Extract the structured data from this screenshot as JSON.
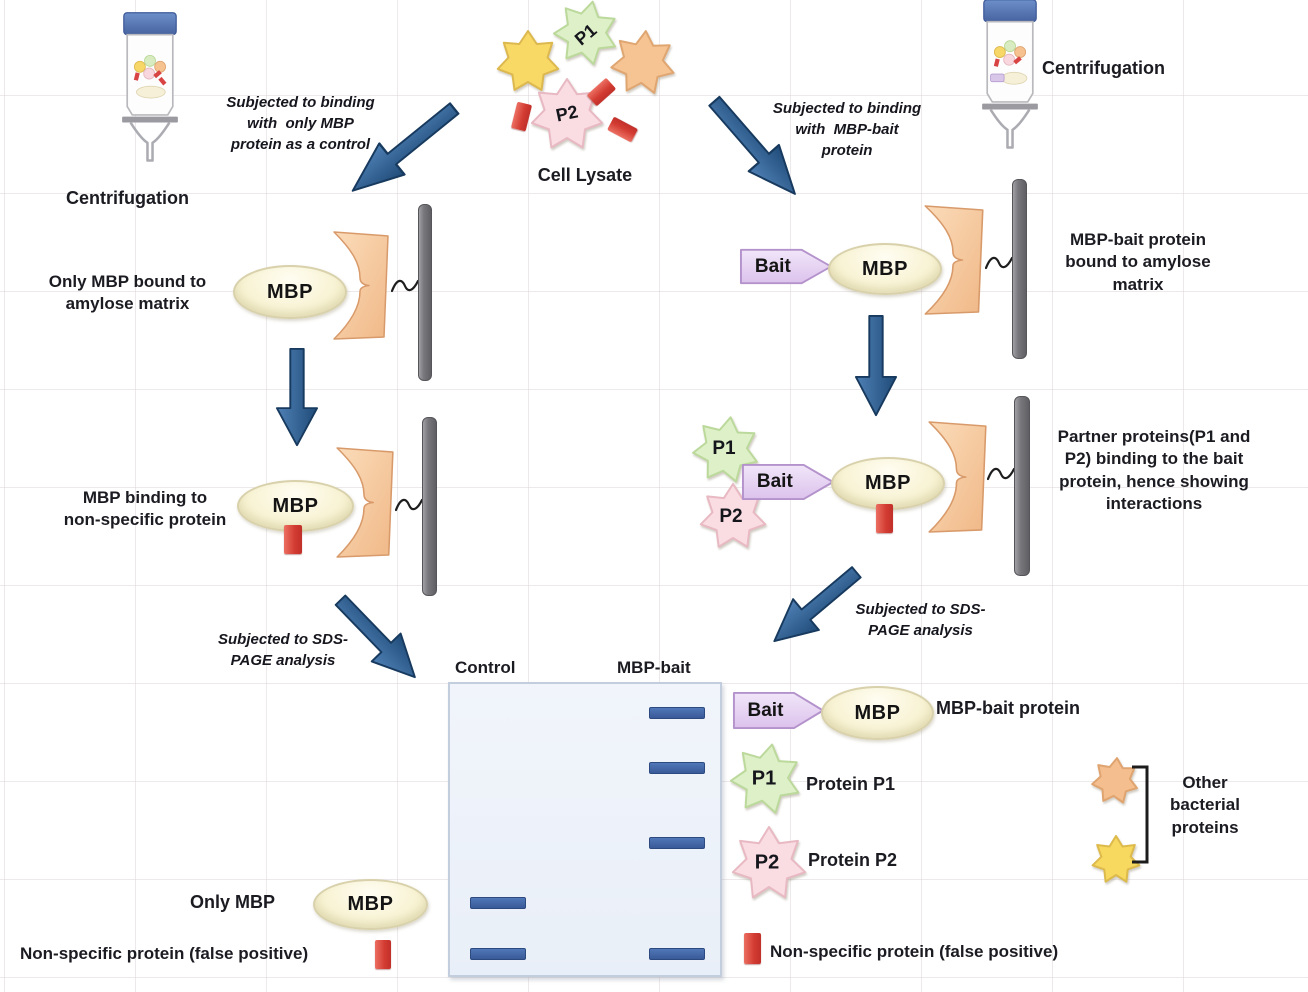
{
  "texts": {
    "centrifugation_left": "Centrifugation",
    "centrifugation_right": "Centrifugation",
    "cell_lysate": "Cell Lysate",
    "caption_left_binding": "Subjected to binding\nwith  only MBP\nprotein as a control",
    "caption_right_binding": "Subjected to binding\nwith  MBP-bait\nprotein",
    "only_mbp_bound": "Only MBP bound to\namylose matrix",
    "mbp_bait_bound": "MBP-bait protein\nbound to amylose\nmatrix",
    "mbp_nonspecific": "MBP binding to\nnon-specific protein",
    "partner_binding": "Partner proteins(P1 and\nP2) binding to the bait\nprotein, hence showing\ninteractions",
    "sds_left": "Subjected to SDS-\nPAGE analysis",
    "sds_right": "Subjected to SDS-\nPAGE analysis",
    "only_mbp": "Only MBP",
    "non_specific_left": "Non-specific protein (false positive)",
    "non_specific_right": "Non-specific protein (false positive)"
  },
  "labels": {
    "mbp": "MBP",
    "bait": "Bait",
    "p1": "P1",
    "p2": "P2"
  },
  "gel": {
    "lanes": [
      {
        "label": "Control",
        "cx_frac": 0.178,
        "bands": [
          0.753,
          0.928
        ]
      },
      {
        "label": "MBP-bait",
        "cx_frac": 0.841,
        "bands": [
          0.1,
          0.289,
          0.546,
          0.928
        ]
      }
    ]
  },
  "legend": {
    "mbp_bait_protein": "MBP-bait protein",
    "protein_p1": "Protein P1",
    "protein_p2": "Protein P2",
    "other_bacterial": "Other\nbacterial\nproteins"
  },
  "colors": {
    "arrow_blue": "#2e5f94",
    "matrix_orange": "#f8cb9e",
    "mbp_cream": "#f8f3d6",
    "bait_lavender": "#e7d5f2",
    "star_yellow": "#f8d966",
    "star_green": "#def0c8",
    "star_orange": "#f6c492",
    "star_pink": "#fadde3",
    "non_specific_red": "#d23b31",
    "gel_band_blue": "#3e63a6",
    "matrix_bar_gray": "#77777c"
  }
}
